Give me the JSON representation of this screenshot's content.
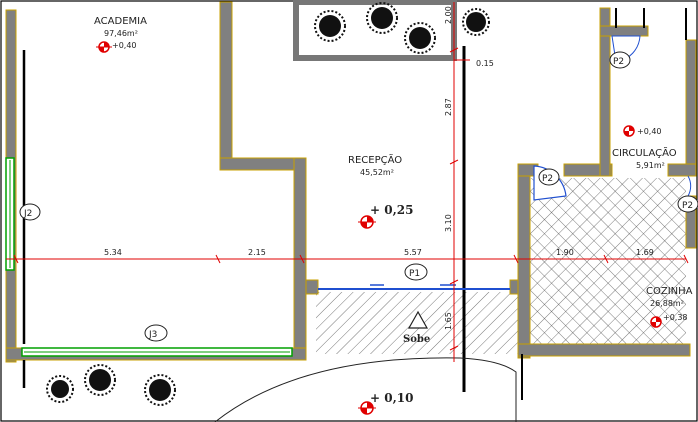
{
  "rooms": {
    "academia": {
      "name": "ACADEMIA",
      "area": "97,46m²",
      "level": "+0,40"
    },
    "recepcao": {
      "name": "RECEPÇÃO",
      "area": "45,52m²",
      "level": "+ 0,25"
    },
    "circulacao": {
      "name": "CIRCULAÇÃO",
      "area": "5,91m²",
      "level": "+0,40"
    },
    "cozinha": {
      "name": "COZINHA",
      "area": "26,88m²",
      "level": "+0,38"
    }
  },
  "outdoor_level": "+ 0,10",
  "ramp_label": "Sobe",
  "dimensions": {
    "d1": "5.34",
    "d2": "2.15",
    "d3": "5.57",
    "d4": "1.90",
    "d5": "1.69",
    "v1": "2.87",
    "v2": "3.10",
    "v3": "1.65",
    "v4": "2.00",
    "v5": "0.15"
  },
  "door_tags": {
    "p1": "P1",
    "p2a": "P2",
    "p2b": "P2",
    "p2c": "P2"
  },
  "window_tags": {
    "j2": "J2",
    "j3": "J3"
  },
  "colors": {
    "wall_fill": "#808080",
    "wall_edge": "#c8a000",
    "dimension_line": "#e00000",
    "window_green": "#00a000",
    "door_blue": "#1f4fd0"
  }
}
